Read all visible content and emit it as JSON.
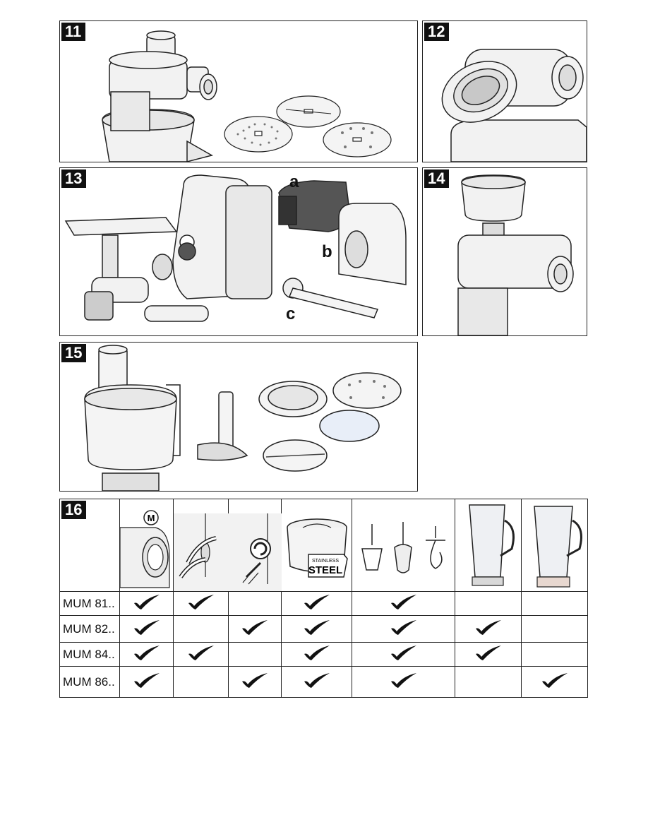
{
  "panels": {
    "p11": "11",
    "p12": "12",
    "p13": "13",
    "p14": "14",
    "p15": "15",
    "p16": "16"
  },
  "panel13_labels": {
    "a": "a",
    "b": "b",
    "c": "c"
  },
  "panel16": {
    "motor_marker": "M",
    "stainless_small": "STAINLESS",
    "stainless_big": "STEEL"
  },
  "table": {
    "rows": [
      {
        "model": "MUM 81..",
        "checks": [
          true,
          true,
          false,
          true,
          true,
          false,
          false
        ]
      },
      {
        "model": "MUM 82..",
        "checks": [
          true,
          false,
          true,
          true,
          true,
          true,
          false
        ]
      },
      {
        "model": "MUM 84..",
        "checks": [
          true,
          true,
          false,
          true,
          true,
          true,
          false
        ]
      },
      {
        "model": "MUM 86..",
        "checks": [
          true,
          false,
          true,
          true,
          true,
          false,
          true
        ]
      }
    ]
  }
}
